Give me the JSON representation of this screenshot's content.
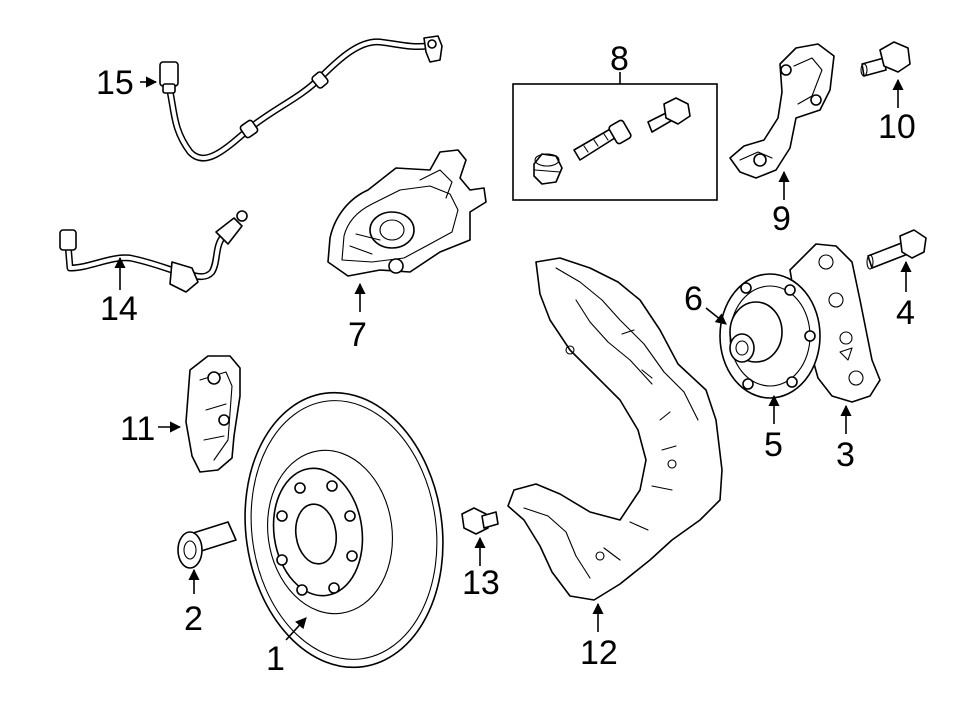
{
  "diagram": {
    "callouts": [
      {
        "id": "1",
        "label": "1",
        "part": "brake-rotor"
      },
      {
        "id": "2",
        "label": "2",
        "part": "wheel-stud"
      },
      {
        "id": "3",
        "label": "3",
        "part": "steering-knuckle"
      },
      {
        "id": "4",
        "label": "4",
        "part": "hub-bolt"
      },
      {
        "id": "5",
        "label": "5",
        "part": "hub-bearing-assembly"
      },
      {
        "id": "6",
        "label": "6",
        "part": "hub-flange"
      },
      {
        "id": "7",
        "label": "7",
        "part": "caliper"
      },
      {
        "id": "8",
        "label": "8",
        "part": "guide-pin-kit"
      },
      {
        "id": "9",
        "label": "9",
        "part": "caliper-bracket"
      },
      {
        "id": "10",
        "label": "10",
        "part": "bracket-bolt"
      },
      {
        "id": "11",
        "label": "11",
        "part": "brake-pads"
      },
      {
        "id": "12",
        "label": "12",
        "part": "splash-shield"
      },
      {
        "id": "13",
        "label": "13",
        "part": "shield-bolt"
      },
      {
        "id": "14",
        "label": "14",
        "part": "brake-hose"
      },
      {
        "id": "15",
        "label": "15",
        "part": "abs-sensor"
      }
    ],
    "colors": {
      "line": "#000000",
      "background": "#ffffff"
    }
  }
}
